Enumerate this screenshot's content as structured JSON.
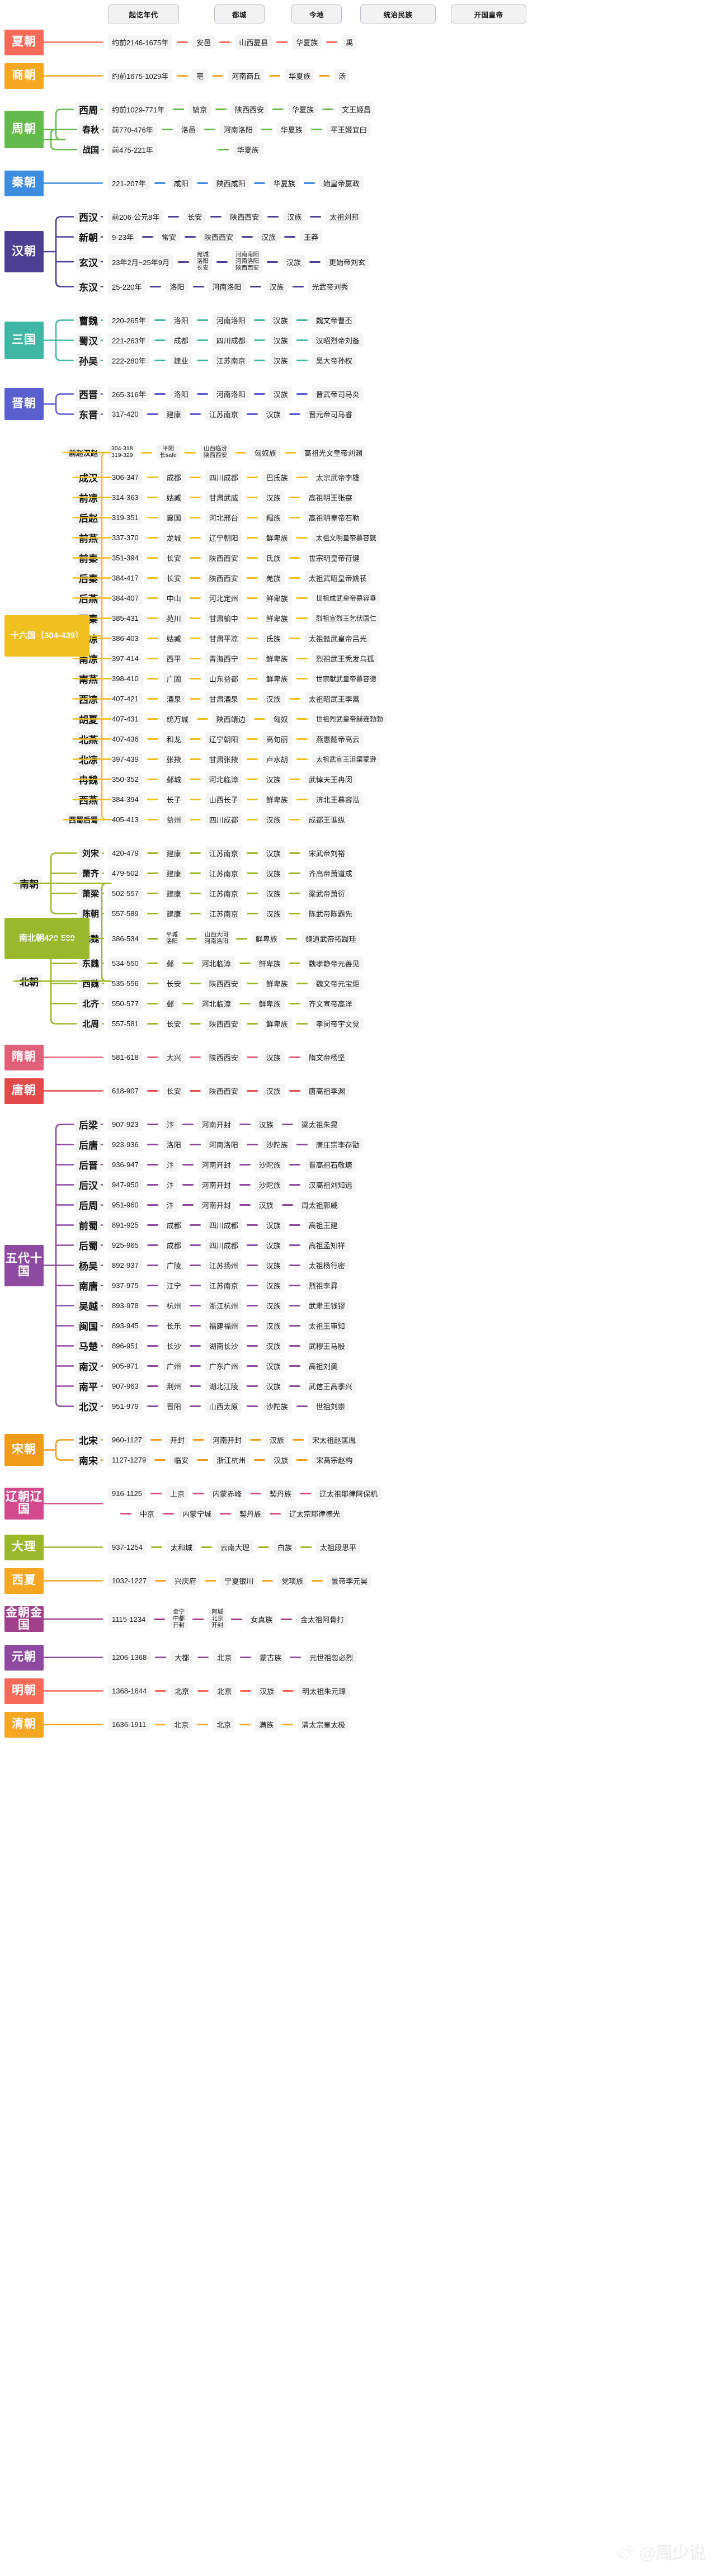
{
  "columns": [
    "起讫年代",
    "都城",
    "今地",
    "统治民族",
    "开国皇帝"
  ],
  "watermark": {
    "text": "@周少说",
    "icon": "weibo-icon"
  },
  "palette": {
    "red": "#f76a5a",
    "gold": "#f5a623",
    "green": "#64bb4c",
    "blue": "#3d8ee0",
    "purple": "#4c3f94",
    "teal": "#3fb7a4",
    "indigo": "#5a5fd0",
    "yellow": "#f0c020",
    "rose": "#e0607a",
    "crimson": "#e24a4a",
    "olive": "#9ab82c",
    "violet": "#8e4aa0",
    "orange": "#f09a1a",
    "magenta": "#d14a8e",
    "plum": "#a0408a",
    "brown": "#b5802a"
  },
  "rows": [
    {
      "era": "夏朝",
      "color": "red",
      "cells": [
        "约前2146-1675年",
        "安邑",
        "山西夏县",
        "华夏族",
        "禹"
      ]
    },
    {
      "era": "商朝",
      "color": "gold",
      "cells": [
        "约前1675-1029年",
        "亳",
        "河南商丘",
        "华夏族",
        "汤"
      ]
    },
    {
      "era": "周朝",
      "color": "green",
      "sub": "西周",
      "cells": [
        "约前1029-771年",
        "镐京",
        "陕西西安",
        "华夏族",
        "文王姬昌"
      ]
    },
    {
      "era": "周朝",
      "color": "green",
      "sub": "东周",
      "sub2": "春秋",
      "cells": [
        "前770-476年",
        "洛邑",
        "河南洛阳",
        "华夏族",
        "平王姬宜臼"
      ]
    },
    {
      "era": "周朝",
      "color": "green",
      "sub": "东周",
      "sub2": "战国",
      "cells": [
        "前475-221年",
        "",
        "",
        "华夏族",
        ""
      ]
    },
    {
      "era": "秦朝",
      "color": "blue",
      "cells": [
        "221-207年",
        "咸阳",
        "陕西咸阳",
        "华夏族",
        "始皇帝嬴政"
      ]
    },
    {
      "era": "汉朝",
      "color": "purple",
      "sub": "西汉",
      "cells": [
        "前206-公元8年",
        "长安",
        "陕西西安",
        "汉族",
        "太祖刘邦"
      ]
    },
    {
      "era": "汉朝",
      "color": "purple",
      "sub": "新朝",
      "cells": [
        "9-23年",
        "常安",
        "陕西西安",
        "汉族",
        "王莽"
      ]
    },
    {
      "era": "汉朝",
      "color": "purple",
      "sub": "玄汉",
      "cells": [
        "23年2月~25年9月",
        "宛城|洛阳|长安",
        "河南南阳|河南洛阳|陕西西安",
        "汉族",
        "更始帝刘玄"
      ]
    },
    {
      "era": "汉朝",
      "color": "purple",
      "sub": "东汉",
      "cells": [
        "25-220年",
        "洛阳",
        "河南洛阳",
        "汉族",
        "光武帝刘秀"
      ]
    },
    {
      "era": "三国",
      "color": "teal",
      "sub": "曹魏",
      "cells": [
        "220-265年",
        "洛阳",
        "河南洛阳",
        "汉族",
        "魏文帝曹丕"
      ]
    },
    {
      "era": "三国",
      "color": "teal",
      "sub": "蜀汉",
      "cells": [
        "221-263年",
        "成都",
        "四川成都",
        "汉族",
        "汉昭烈帝刘备"
      ]
    },
    {
      "era": "三国",
      "color": "teal",
      "sub": "孙吴",
      "cells": [
        "222-280年",
        "建业",
        "江苏南京",
        "汉族",
        "吴大帝孙权"
      ]
    },
    {
      "era": "晋朝",
      "color": "indigo",
      "sub": "西晋",
      "cells": [
        "265-316年",
        "洛阳",
        "河南洛阳",
        "汉族",
        "晋武帝司马炎"
      ]
    },
    {
      "era": "晋朝",
      "color": "indigo",
      "sub": "东晋",
      "cells": [
        "317-420",
        "建康",
        "江苏南京",
        "汉族",
        "晋元帝司马睿"
      ]
    },
    {
      "era": "十六国（304-439）",
      "color": "yellow",
      "sub": "前赵汉赵",
      "cells": [
        "304-318|319-329",
        "平阳|长safe",
        "山西临汾|陕西西安",
        "匈奴族",
        "高祖光文皇帝刘渊"
      ]
    },
    {
      "era": "十六国（304-439）",
      "color": "yellow",
      "sub": "成汉",
      "cells": [
        "306-347",
        "成都",
        "四川成都",
        "巴氐族",
        "太宗武帝李雄"
      ]
    },
    {
      "era": "十六国（304-439）",
      "color": "yellow",
      "sub": "前凉",
      "cells": [
        "314-363",
        "姑臧",
        "甘肃武威",
        "汉族",
        "高祖明王张寔"
      ]
    },
    {
      "era": "十六国（304-439）",
      "color": "yellow",
      "sub": "后赵",
      "cells": [
        "319-351",
        "襄国",
        "河北邢台",
        "羯族",
        "高祖明皇帝石勒"
      ]
    },
    {
      "era": "十六国（304-439）",
      "color": "yellow",
      "sub": "前燕",
      "cells": [
        "337-370",
        "龙城",
        "辽宁朝阳",
        "鲜卑族",
        "太祖文明皇帝慕容皝"
      ]
    },
    {
      "era": "十六国（304-439）",
      "color": "yellow",
      "sub": "前秦",
      "cells": [
        "351-394",
        "长安",
        "陕西西安",
        "氐族",
        "世宗明皇帝苻健"
      ]
    },
    {
      "era": "十六国（304-439）",
      "color": "yellow",
      "sub": "后秦",
      "cells": [
        "384-417",
        "长安",
        "陕西西安",
        "羌族",
        "太祖武昭皇帝姚苌"
      ]
    },
    {
      "era": "十六国（304-439）",
      "color": "yellow",
      "sub": "后燕",
      "cells": [
        "384-407",
        "中山",
        "河北定州",
        "鲜卑族",
        "世祖成武皇帝慕容垂"
      ]
    },
    {
      "era": "十六国（304-439）",
      "color": "yellow",
      "sub": "西秦",
      "cells": [
        "385-431",
        "苑川",
        "甘肃榆中",
        "鲜卑族",
        "烈祖宣烈王乞伏国仁"
      ]
    },
    {
      "era": "十六国（304-439）",
      "color": "yellow",
      "sub": "后凉",
      "cells": [
        "386-403",
        "姑臧",
        "甘肃平凉",
        "氐族",
        "太祖懿武皇帝吕光"
      ]
    },
    {
      "era": "十六国（304-439）",
      "color": "yellow",
      "sub": "南凉",
      "cells": [
        "397-414",
        "西平",
        "青海西宁",
        "鲜卑族",
        "烈祖武王秃发乌孤"
      ]
    },
    {
      "era": "十六国（304-439）",
      "color": "yellow",
      "sub": "南燕",
      "cells": [
        "398-410",
        "广固",
        "山东益都",
        "鲜卑族",
        "世宗献武皇帝慕容德"
      ]
    },
    {
      "era": "十六国（304-439）",
      "color": "yellow",
      "sub": "西凉",
      "cells": [
        "407-421",
        "酒泉",
        "甘肃酒泉",
        "汉族",
        "太祖昭武王李暠"
      ]
    },
    {
      "era": "十六国（304-439）",
      "color": "yellow",
      "sub": "胡夏",
      "cells": [
        "407-431",
        "统万城",
        "陕西靖边",
        "匈奴",
        "世祖烈武皇帝赫连勃勃"
      ]
    },
    {
      "era": "十六国（304-439）",
      "color": "yellow",
      "sub": "北燕",
      "cells": [
        "407-436",
        "和龙",
        "辽宁朝阳",
        "高句丽",
        "燕惠懿帝高云"
      ]
    },
    {
      "era": "十六国（304-439）",
      "color": "yellow",
      "sub": "北凉",
      "cells": [
        "397-439",
        "张掖",
        "甘肃张掖",
        "卢水胡",
        "太祖武宣王沮渠蒙逊"
      ]
    },
    {
      "era": "十六国（304-439）",
      "color": "yellow",
      "sub": "冉魏",
      "cells": [
        "350-352",
        "邺城",
        "河北临漳",
        "汉族",
        "武悼天王冉闵"
      ]
    },
    {
      "era": "十六国（304-439）",
      "color": "yellow",
      "sub": "西燕",
      "cells": [
        "384-394",
        "长子",
        "山西长子",
        "鲜卑族",
        "济北王慕容泓"
      ]
    },
    {
      "era": "十六国（304-439）",
      "color": "yellow",
      "sub": "西蜀后蜀",
      "cells": [
        "405-413",
        "益州",
        "四川成都",
        "汉族",
        "成都王谯纵"
      ]
    },
    {
      "era": "南北朝420-589",
      "color": "olive",
      "sub": "南朝",
      "sub2": "刘宋",
      "cells": [
        "420-479",
        "建康",
        "江苏南京",
        "汉族",
        "宋武帝刘裕"
      ]
    },
    {
      "era": "南北朝420-589",
      "color": "olive",
      "sub": "南朝",
      "sub2": "萧齐",
      "cells": [
        "479-502",
        "建康",
        "江苏南京",
        "汉族",
        "齐高帝萧道成"
      ]
    },
    {
      "era": "南北朝420-589",
      "color": "olive",
      "sub": "南朝",
      "sub2": "萧梁",
      "cells": [
        "502-557",
        "建康",
        "江苏南京",
        "汉族",
        "梁武帝萧衍"
      ]
    },
    {
      "era": "南北朝420-589",
      "color": "olive",
      "sub": "南朝",
      "sub2": "陈朝",
      "cells": [
        "557-589",
        "建康",
        "江苏南京",
        "汉族",
        "陈武帝陈霸先"
      ]
    },
    {
      "era": "南北朝420-589",
      "color": "olive",
      "sub": "北朝",
      "sub2": "北魏",
      "cells": [
        "386-534",
        "平城|洛阳",
        "山西大同|河南洛阳",
        "鲜卑族",
        "魏道武帝拓跋珪"
      ]
    },
    {
      "era": "南北朝420-589",
      "color": "olive",
      "sub": "北朝",
      "sub2": "东魏",
      "cells": [
        "534-550",
        "邺",
        "河北临漳",
        "鲜卑族",
        "魏孝静帝元善见"
      ]
    },
    {
      "era": "南北朝420-589",
      "color": "olive",
      "sub": "北朝",
      "sub2": "西魏",
      "cells": [
        "535-556",
        "长安",
        "陕西西安",
        "鲜卑族",
        "魏文帝元宝炬"
      ]
    },
    {
      "era": "南北朝420-589",
      "color": "olive",
      "sub": "北朝",
      "sub2": "北齐",
      "cells": [
        "550-577",
        "邺",
        "河北临漳",
        "鲜卑族",
        "齐文宣帝高洋"
      ]
    },
    {
      "era": "南北朝420-589",
      "color": "olive",
      "sub": "北朝",
      "sub2": "北周",
      "cells": [
        "557-581",
        "长安",
        "陕西西安",
        "鲜卑族",
        "孝闵帝宇文觉"
      ]
    },
    {
      "era": "隋朝",
      "color": "rose",
      "cells": [
        "581-618",
        "大兴",
        "陕西西安",
        "汉族",
        "隋文帝杨坚"
      ]
    },
    {
      "era": "唐朝",
      "color": "crimson",
      "cells": [
        "618-907",
        "长安",
        "陕西西安",
        "汉族",
        "唐高祖李渊"
      ]
    },
    {
      "era": "五代十国",
      "color": "violet",
      "sub": "后梁",
      "cells": [
        "907-923",
        "汴",
        "河南开封",
        "汉族",
        "梁太祖朱晃"
      ]
    },
    {
      "era": "五代十国",
      "color": "violet",
      "sub": "后唐",
      "cells": [
        "923-936",
        "洛阳",
        "河南洛阳",
        "沙陀族",
        "唐庄宗李存勖"
      ]
    },
    {
      "era": "五代十国",
      "color": "violet",
      "sub": "后晋",
      "cells": [
        "936-947",
        "汴",
        "河南开封",
        "沙陀族",
        "晋高祖石敬瑭"
      ]
    },
    {
      "era": "五代十国",
      "color": "violet",
      "sub": "后汉",
      "cells": [
        "947-950",
        "汴",
        "河南开封",
        "沙陀族",
        "汉高祖刘知远"
      ]
    },
    {
      "era": "五代十国",
      "color": "violet",
      "sub": "后周",
      "cells": [
        "951-960",
        "汴",
        "河南开封",
        "汉族",
        "周太祖郭威"
      ]
    },
    {
      "era": "五代十国",
      "color": "violet",
      "sub": "前蜀",
      "cells": [
        "891-925",
        "成都",
        "四川成都",
        "汉族",
        "高祖王建"
      ]
    },
    {
      "era": "五代十国",
      "color": "violet",
      "sub": "后蜀",
      "cells": [
        "925-965",
        "成都",
        "四川成都",
        "汉族",
        "高祖孟知祥"
      ]
    },
    {
      "era": "五代十国",
      "color": "violet",
      "sub": "杨吴",
      "cells": [
        "892-937",
        "广陵",
        "江苏扬州",
        "汉族",
        "太祖杨行密"
      ]
    },
    {
      "era": "五代十国",
      "color": "violet",
      "sub": "南唐",
      "cells": [
        "937-975",
        "江宁",
        "江苏南京",
        "汉族",
        "烈祖李昪"
      ]
    },
    {
      "era": "五代十国",
      "color": "violet",
      "sub": "吴越",
      "cells": [
        "893-978",
        "杭州",
        "浙江杭州",
        "汉族",
        "武肃王钱镠"
      ]
    },
    {
      "era": "五代十国",
      "color": "violet",
      "sub": "闽国",
      "cells": [
        "893-945",
        "长乐",
        "福建福州",
        "汉族",
        "太祖王审知"
      ]
    },
    {
      "era": "五代十国",
      "color": "violet",
      "sub": "马楚",
      "cells": [
        "896-951",
        "长沙",
        "湖南长沙",
        "汉族",
        "武穆王马殷"
      ]
    },
    {
      "era": "五代十国",
      "color": "violet",
      "sub": "南汉",
      "cells": [
        "905-971",
        "广州",
        "广东广州",
        "汉族",
        "高祖刘䶮"
      ]
    },
    {
      "era": "五代十国",
      "color": "violet",
      "sub": "南平",
      "cells": [
        "907-963",
        "荆州",
        "湖北江陵",
        "汉族",
        "武信王高季兴"
      ]
    },
    {
      "era": "五代十国",
      "color": "violet",
      "sub": "北汉",
      "cells": [
        "951-979",
        "晋阳",
        "山西太原",
        "沙陀族",
        "世祖刘崇"
      ]
    },
    {
      "era": "宋朝",
      "color": "orange",
      "sub": "北宋",
      "cells": [
        "960-1127",
        "开封",
        "河南开封",
        "汉族",
        "宋太祖赵匡胤"
      ]
    },
    {
      "era": "宋朝",
      "color": "orange",
      "sub": "南宋",
      "cells": [
        "1127-1279",
        "临安",
        "浙江杭州",
        "汉族",
        "宋高宗赵构"
      ]
    },
    {
      "era": "辽朝辽国",
      "color": "magenta",
      "cells": [
        "916-1125",
        "上京",
        "内蒙赤峰",
        "契丹族",
        "辽太祖耶律阿保机"
      ]
    },
    {
      "era": "辽朝辽国",
      "color": "magenta",
      "cells": [
        "",
        "中京",
        "内蒙宁城",
        "契丹族",
        "辽太宗耶律德光"
      ]
    },
    {
      "era": "大理",
      "color": "olive",
      "cells": [
        "937-1254",
        "太和城",
        "云南大理",
        "白族",
        "太祖段思平"
      ]
    },
    {
      "era": "西夏",
      "color": "gold",
      "cells": [
        "1032-1227",
        "兴庆府",
        "宁夏银川",
        "党项族",
        "景帝李元昊"
      ]
    },
    {
      "era": "金朝金国",
      "color": "plum",
      "cells": [
        "1115-1234",
        "会宁|中都|开封",
        "阿城|北京|开封",
        "女真族",
        "金太祖阿骨打"
      ]
    },
    {
      "era": "元朝",
      "color": "violet",
      "cells": [
        "1206-1368",
        "大都",
        "北京",
        "蒙古族",
        "元世祖忽必烈"
      ]
    },
    {
      "era": "明朝",
      "color": "red",
      "cells": [
        "1368-1644",
        "北京",
        "北京",
        "汉族",
        "明太祖朱元璋"
      ]
    },
    {
      "era": "清朝",
      "color": "gold",
      "cells": [
        "1636-1911",
        "北京",
        "北京",
        "满族",
        "清太宗皇太极"
      ]
    }
  ]
}
